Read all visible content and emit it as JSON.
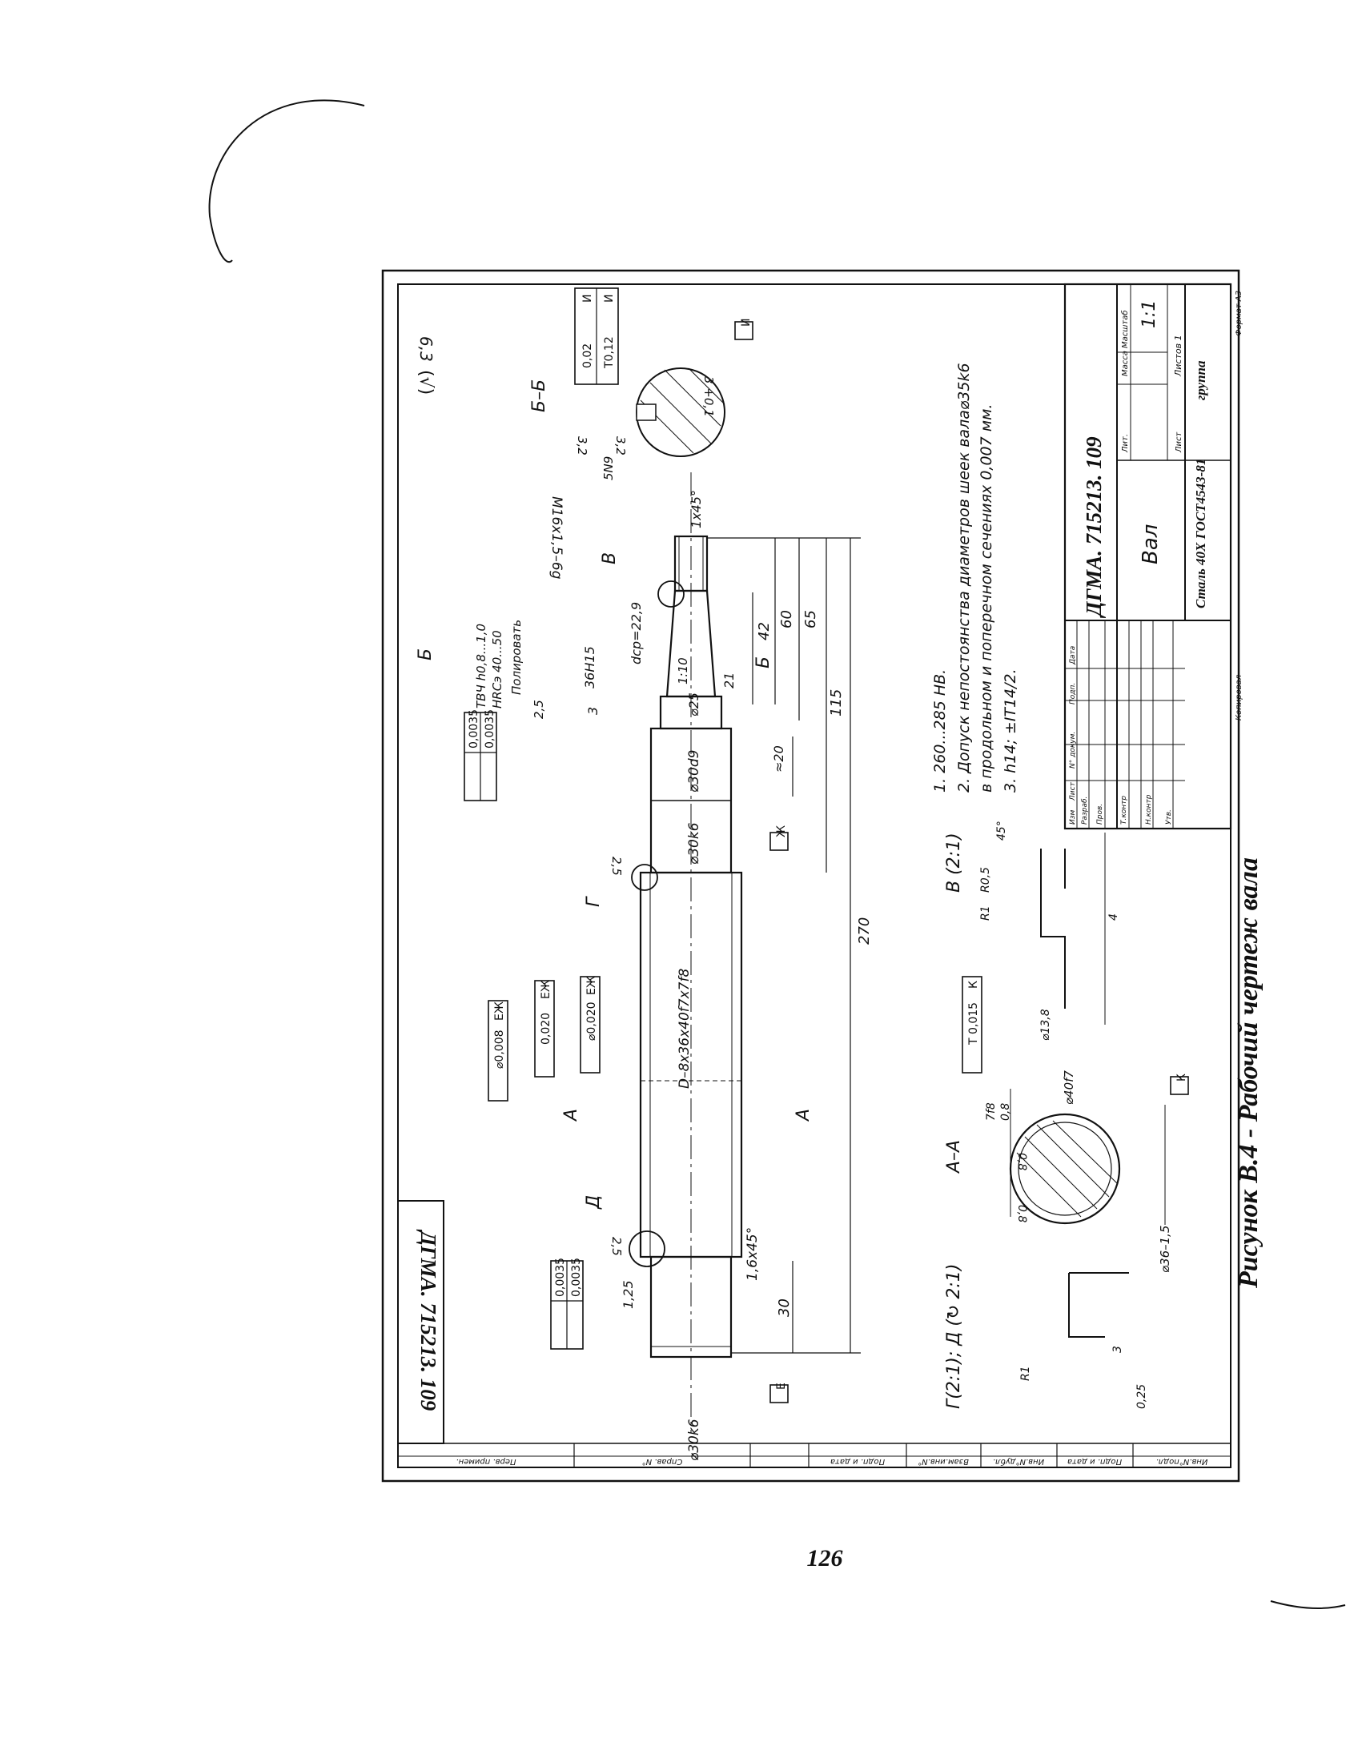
{
  "caption": "Рисунок В.4 - Рабочий чертеж вала",
  "page_number": "126",
  "drawing_number": "ДГМА. 715213. 109",
  "roughness_general": "6,3",
  "roughness_general_paren": "(√)",
  "part_name": "Вал",
  "material": "Сталь 40Х ГОСТ4543-81",
  "material_group": "группа",
  "scale": "1:1",
  "sheets": "Листов 1",
  "sheet_label": "Лист",
  "format": "Формат А3",
  "copied": "Копировал",
  "title_block": {
    "lit": "Лит.",
    "mass": "Масса",
    "scale_label": "Масштаб",
    "izm": "Изм",
    "list": "Лист",
    "doc_no": "N° докум.",
    "sign": "Подп.",
    "date": "Дата",
    "razrab": "Разраб.",
    "prov": "Пров.",
    "tkontr": "Т.контр",
    "nkontr": "Н.контр",
    "utv": "Утв."
  },
  "side_stamp": [
    "Перв. примен.",
    "Справ. N°",
    "Подп. и дата",
    "Взам.инв.N°",
    "Инв.N°дубл.",
    "Подп. и дата",
    "Инв.N°подл."
  ],
  "notes": [
    "1.  260...285 HB.",
    "2.  Допуск непостоянства диаметров шеек вала⌀35k6",
    "     в продольном и поперечном сечениях 0,007 мм.",
    "3.  h14;  ±IT14/2."
  ],
  "dims": {
    "d30k6_left": "⌀30k6",
    "d30k6_mid": "⌀30k6",
    "d30d9": "⌀30d9",
    "d25": "⌀25",
    "thread": "M16x1,5–6g",
    "spline": "D–8x36x40f7x7f8",
    "len_270": "270",
    "len_115": "115",
    "len_65": "65",
    "len_60": "60",
    "len_42": "42",
    "len_21": "21",
    "len_20": "≈20",
    "len_30": "30",
    "len_3": "3",
    "chamfer_left": "1,6x45°",
    "chamfer_right": "1x45°",
    "d36h15": "36H15",
    "dcp": "dср=22,9",
    "taper": "1:10",
    "rough_125": "1,25",
    "rough_25a": "2,5",
    "rough_25b": "2,5",
    "rough_25c": "2,5",
    "rough_32a": "3,2",
    "rough_32b": "3,2",
    "hardening_1": "ТВЧ h0,8...1,0",
    "hardening_2": "HRCэ 40...50",
    "polish": "Полировать"
  },
  "tolerances": {
    "round_0035_a": "0,0035",
    "flat_0035_a": "0,0035",
    "round_0035_b": "0,0035",
    "flat_0035_b": "0,0035",
    "coax_008": "⌀0,008",
    "coax_008_base": "ЕЖ",
    "runout_020": "0,020",
    "runout_020_base": "ЕЖ",
    "coax_020": "⌀0,020",
    "coax_020_base": "ЕЖ",
    "sym_015": "T 0,015",
    "sym_015_base": "К",
    "par_002": "0,02",
    "par_002_base": "И",
    "sym_012": "T0,12",
    "sym_012_base": "И"
  },
  "datums": {
    "e": "Е",
    "zh": "Ж",
    "k": "К",
    "i": "И"
  },
  "labels": {
    "sec_b": "Б",
    "sec_b2": "Б",
    "sec_a": "А",
    "sec_a2": "А",
    "det_v": "В",
    "det_g": "Г",
    "det_d": "Д",
    "view_bb": "Б–Б",
    "view_aa": "А–А",
    "view_v": "В (2:1)",
    "view_gd": "Г(2:1);  Д (↻ 2:1)",
    "key_5n9": "5N9",
    "key_depth": "3 +0,1",
    "aa_d40f7": "⌀40f7",
    "aa_d36": "⌀36–1,5",
    "aa_7f8": "7f8",
    "aa_08a": "0,8",
    "aa_08b": "0,8",
    "aa_08c": "0,8",
    "v_r1": "R1",
    "v_r05": "R0,5",
    "v_45": "45°",
    "v_4": "4",
    "v_d138": "⌀13,8",
    "gd_r1": "R1",
    "gd_3": "3",
    "gd_025": "0,25"
  }
}
